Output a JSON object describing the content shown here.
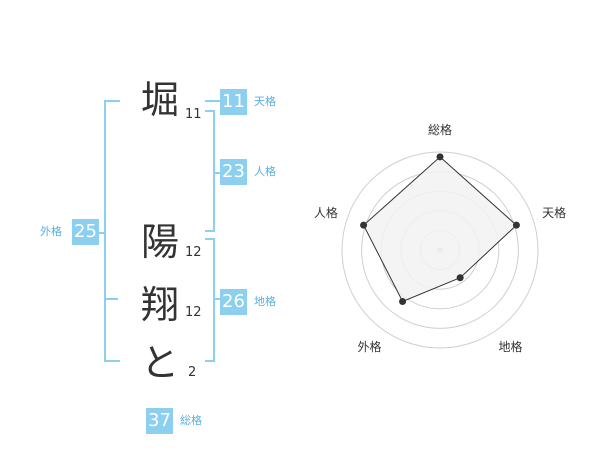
{
  "colors": {
    "accent": "#8ccfef",
    "label": "#5aaedf",
    "text": "#333333",
    "polygon_fill": "#f2f2f2",
    "ring": "#cfcfcf"
  },
  "name": {
    "chars": [
      {
        "char": "堀",
        "strokes": "11"
      },
      {
        "char": "陽",
        "strokes": "12"
      },
      {
        "char": "翔",
        "strokes": "12"
      },
      {
        "char": "と",
        "strokes": "2"
      }
    ]
  },
  "kakusu": {
    "tenkaku": {
      "value": "11",
      "label": "天格"
    },
    "jinkaku": {
      "value": "23",
      "label": "人格"
    },
    "chikaku": {
      "value": "26",
      "label": "地格"
    },
    "gaikaku": {
      "value": "25",
      "label": "外格"
    },
    "soukaku": {
      "value": "37",
      "label": "総格"
    }
  },
  "chart_data": {
    "type": "radar",
    "axes": [
      "総格",
      "天格",
      "地格",
      "外格",
      "人格"
    ],
    "values": [
      0.95,
      0.82,
      0.35,
      0.65,
      0.82
    ],
    "range": [
      0,
      1
    ],
    "rings": 4,
    "grid": true
  }
}
